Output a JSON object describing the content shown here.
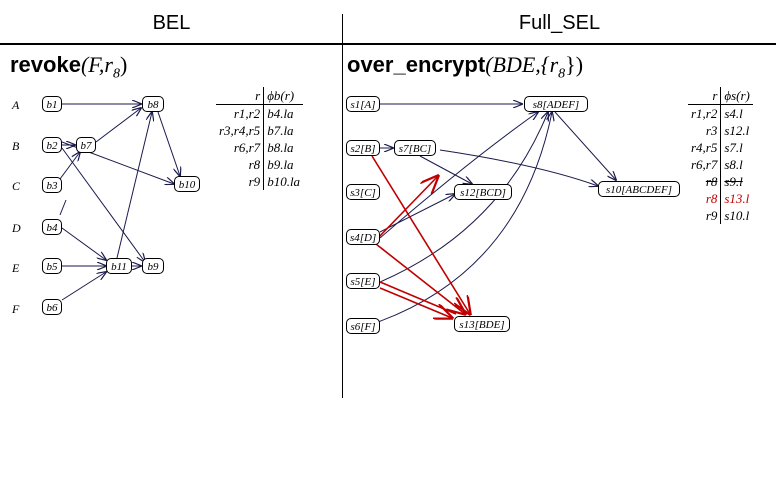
{
  "left_header": "BEL",
  "right_header": "Full_SEL",
  "left_title": {
    "fn": "revoke",
    "args": "(F,r",
    "sub": "8",
    "close": ")"
  },
  "right_title": {
    "fn": "over_encrypt",
    "args": "(BDE,{r",
    "sub": "8",
    "close": "})"
  },
  "users": [
    "A",
    "B",
    "C",
    "D",
    "E",
    "F"
  ],
  "bel_nodes": [
    "b1",
    "b2",
    "b3",
    "b4",
    "b5",
    "b6",
    "b7",
    "b8",
    "b9",
    "b10",
    "b11"
  ],
  "sel_nodes": [
    "s1[A]",
    "s2[B]",
    "s3[C]",
    "s4[D]",
    "s5[E]",
    "s6[F]",
    "s7[BC]",
    "s8[ADEF]",
    "s10[ABCDEF]",
    "s12[BCD]",
    "s13[BDE]"
  ],
  "bel_table": {
    "header": [
      "r",
      "ϕb(r)"
    ],
    "rows": [
      [
        "r1,r2",
        "b4.la"
      ],
      [
        "r3,r4,r5",
        "b7.la"
      ],
      [
        "r6,r7",
        "b8.la"
      ],
      [
        "r8",
        "b9.la"
      ],
      [
        "r9",
        "b10.la"
      ]
    ]
  },
  "sel_table": {
    "header": [
      "r",
      "ϕs(r)"
    ],
    "rows": [
      [
        "r1,r2",
        "s4.l"
      ],
      [
        "r3",
        "s12.l"
      ],
      [
        "r4,r5",
        "s7.l"
      ],
      [
        "r6,r7",
        "s8.l"
      ],
      [
        "r8",
        "s9.l"
      ],
      [
        "r8",
        "s13.l"
      ],
      [
        "r9",
        "s10.l"
      ]
    ]
  },
  "colors": {
    "edge": "#1a1a4d",
    "highlight": "#c00000"
  }
}
